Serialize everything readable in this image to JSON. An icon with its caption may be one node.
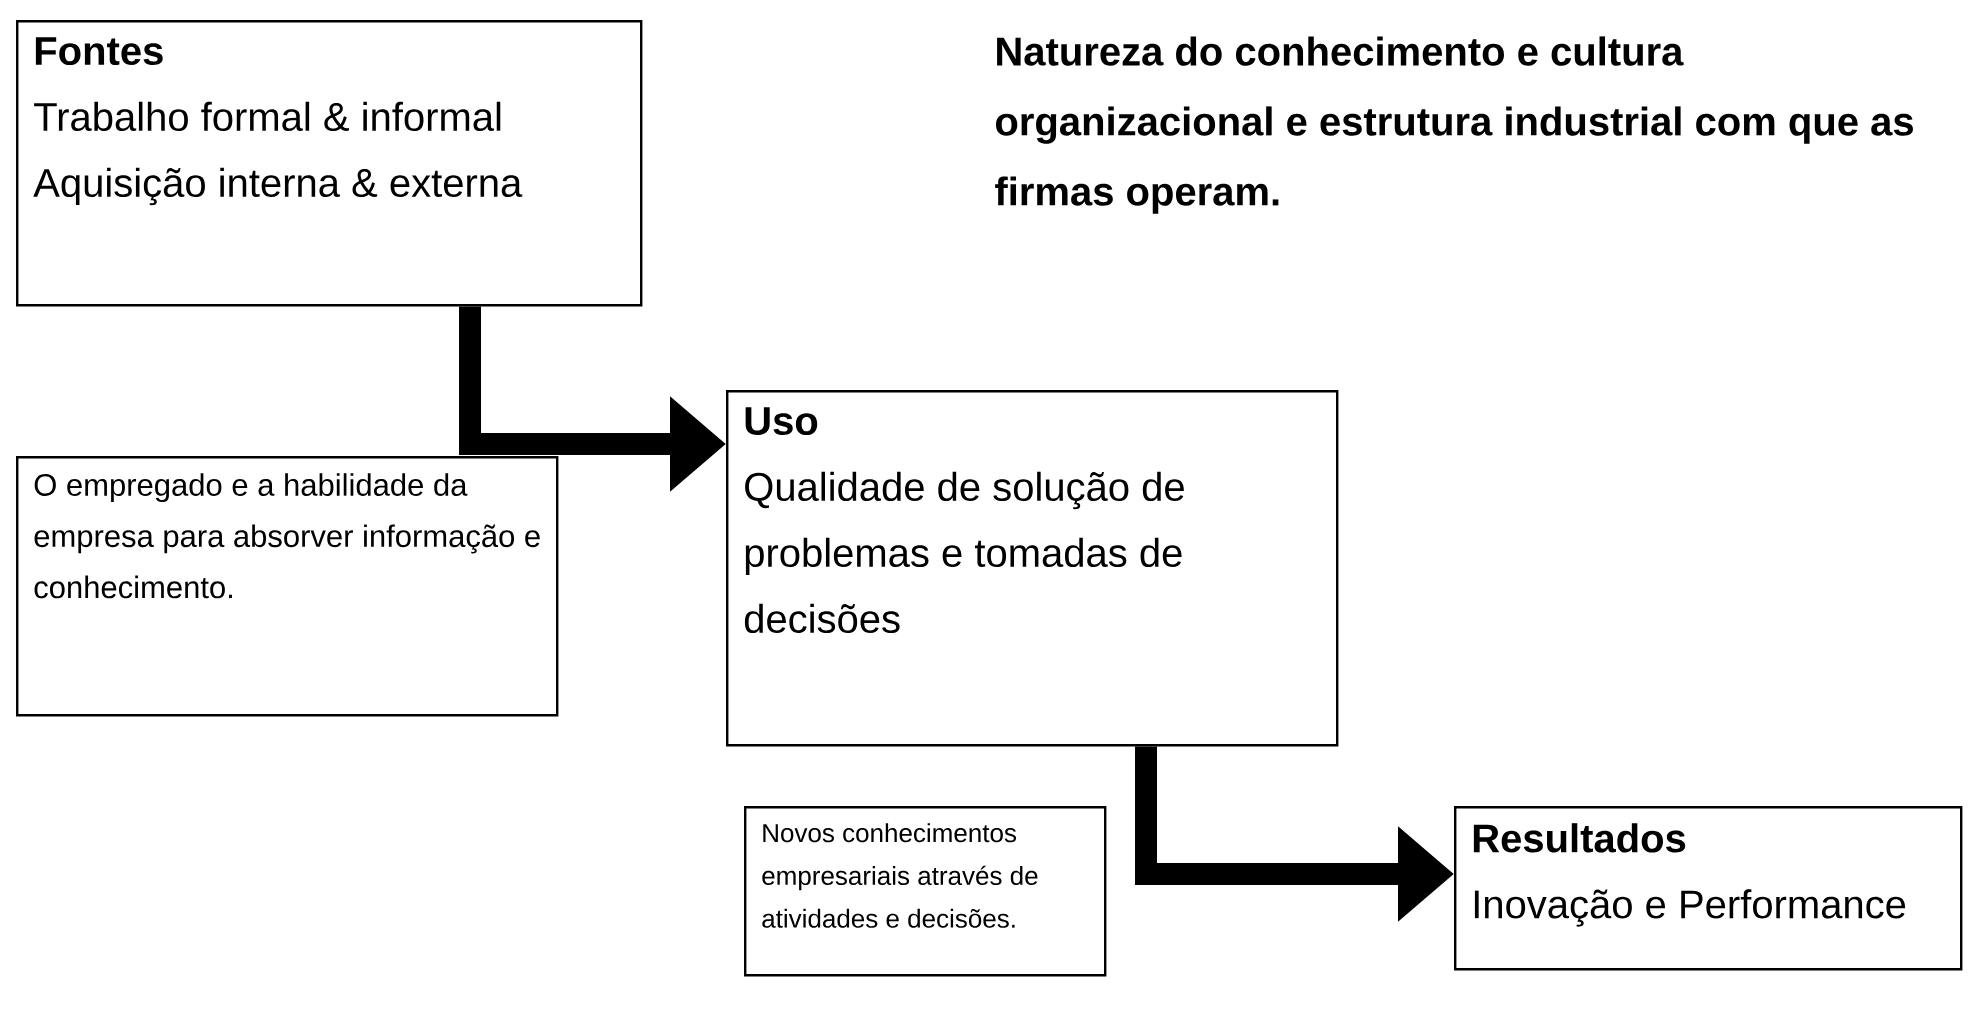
{
  "diagram": {
    "nodes": [
      {
        "text": [
          "Fontes",
          "Trabalho formal & informal",
          "Aquisição interna & externa"
        ]
      },
      {
        "text": [
          "Uso",
          "Qualidade de solução de problemas e tomadas de decisões"
        ]
      },
      {
        "text": [
          "O empregado e a habilidade da empresa para absorver informação e conhecimento."
        ]
      },
      {
        "text": [
          "Novos conhecimentos empresariais através de atividades e decisões."
        ]
      },
      {
        "text": [
          "Resultados",
          "Inovação e Performance"
        ]
      }
    ],
    "edges": [
      {
        "from": 0,
        "to": 1,
        "arrow": "to"
      },
      {
        "from": 1,
        "to": 4,
        "arrow": "to"
      }
    ],
    "labels": [
      "Natureza do conhecimento e cultura organizacional e estrutura industrial com que as firmas operam."
    ]
  }
}
